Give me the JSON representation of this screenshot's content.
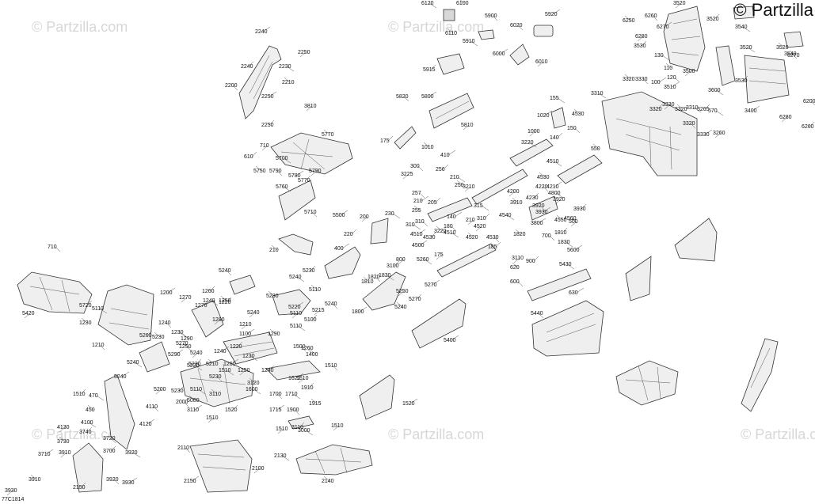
{
  "brand": "© Partzilla",
  "diagram_code": "77C1814",
  "watermark": "© Partzilla.com",
  "callouts": [
    "6120",
    "6100",
    "5900",
    "5920",
    "3520",
    "3520",
    "3540",
    "6250",
    "6260",
    "6270",
    "6280",
    "3530",
    "3520",
    "3520",
    "3540",
    "2240",
    "2250",
    "2240",
    "2230",
    "2210",
    "2200",
    "2250",
    "3810",
    "2250",
    "5910",
    "6110",
    "6020",
    "6000",
    "6010",
    "5915",
    "130",
    "110",
    "120",
    "100",
    "3500",
    "3530",
    "3600",
    "6270",
    "6200",
    "3400",
    "6280",
    "6260",
    "3310",
    "3320",
    "3330",
    "3510",
    "3330",
    "3320",
    "3310",
    "3320",
    "3320",
    "3330",
    "3260",
    "3265",
    "570",
    "550",
    "5820",
    "5800",
    "5810",
    "175",
    "155",
    "4530",
    "150",
    "1020",
    "1000",
    "140",
    "3220",
    "1010",
    "300",
    "410",
    "3225",
    "256",
    "210",
    "250",
    "257",
    "210",
    "3210",
    "205",
    "315",
    "255",
    "310",
    "140",
    "210",
    "310",
    "310",
    "3220",
    "180",
    "4510",
    "4520",
    "4530",
    "4510",
    "4520",
    "4530",
    "4500",
    "175",
    "185",
    "4510",
    "4530",
    "4220",
    "4210",
    "4200",
    "4230",
    "4800",
    "3910",
    "3920",
    "3930",
    "3920",
    "3930",
    "4540",
    "4550",
    "4560",
    "3800",
    "500",
    "1810",
    "1830",
    "1820",
    "700",
    "5600",
    "3110",
    "900",
    "5430",
    "620",
    "600",
    "630",
    "710",
    "610",
    "5700",
    "5750",
    "5790",
    "5780",
    "5790",
    "5770",
    "5760",
    "5770",
    "5710",
    "5500",
    "200",
    "220",
    "230",
    "210",
    "710",
    "400",
    "800",
    "3100",
    "1830",
    "1810",
    "1820",
    "1800",
    "5215",
    "5230",
    "5240",
    "5110",
    "5240",
    "5220",
    "5110",
    "5100",
    "5110",
    "5230",
    "5240",
    "5270",
    "5250",
    "5270",
    "5260",
    "5240",
    "5440",
    "5400",
    "5420",
    "5720",
    "5110",
    "1230",
    "1210",
    "1200",
    "1270",
    "1260",
    "1240",
    "1250",
    "1240",
    "1270",
    "1280",
    "1220",
    "1230",
    "1290",
    "1250",
    "1100",
    "1210",
    "1220",
    "1230",
    "1290",
    "1260",
    "1240",
    "5240",
    "5260",
    "5240",
    "5230",
    "5270",
    "5290",
    "5240",
    "5230",
    "5220",
    "5210",
    "5230",
    "5240",
    "5200",
    "5230",
    "5110",
    "5000",
    "2000",
    "3110",
    "1510",
    "1520",
    "1510",
    "3110",
    "1500",
    "1260",
    "1250",
    "1240",
    "1600",
    "3120",
    "1700",
    "1620",
    "1610",
    "1910",
    "1710",
    "1915",
    "1900",
    "1715",
    "1510",
    "3110",
    "3000",
    "1400",
    "1510",
    "1520",
    "1510",
    "1510",
    "470",
    "450",
    "4110",
    "4120",
    "4130",
    "3740",
    "4100",
    "3730",
    "3720",
    "3710",
    "3910",
    "3700",
    "3920",
    "3910",
    "3920",
    "3930",
    "3930",
    "2150",
    "2130",
    "2140",
    "2110",
    "2150",
    "2100"
  ]
}
